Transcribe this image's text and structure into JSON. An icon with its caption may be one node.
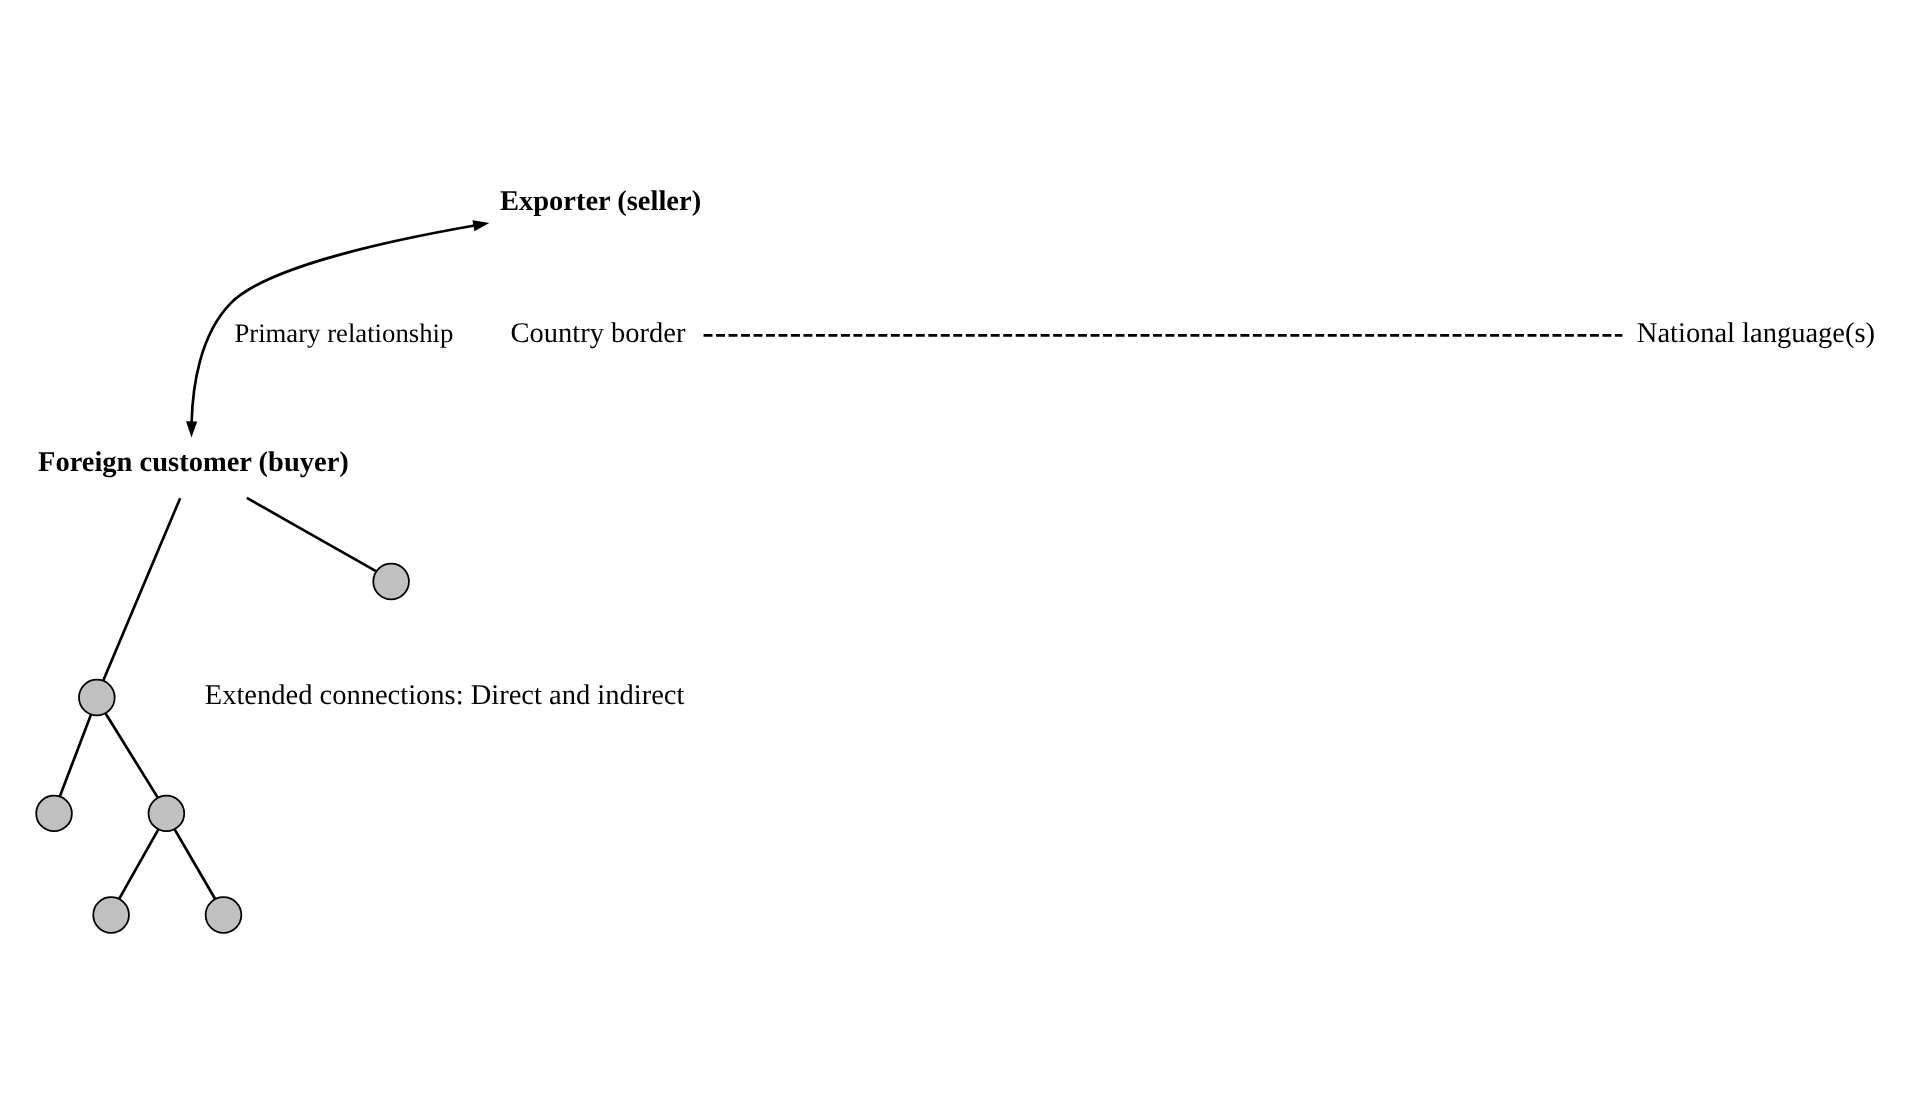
{
  "diagram": {
    "nodes": [
      {
        "text": [
          "Exporter (seller)"
        ]
      },
      {
        "text": [
          "Foreign customer (buyer)"
        ]
      },
      {
        "text": [],
        "shape": "circle"
      },
      {
        "text": [],
        "shape": "circle"
      },
      {
        "text": [],
        "shape": "circle"
      },
      {
        "text": [],
        "shape": "circle"
      },
      {
        "text": [],
        "shape": "circle"
      },
      {
        "text": [],
        "shape": "circle"
      },
      {
        "text": [
          "Country border"
        ]
      },
      {
        "text": [
          "National language(s)"
        ]
      }
    ],
    "edges": [
      {
        "from": 0,
        "to": 1,
        "arrow": "both",
        "label": "Primary relationship"
      },
      {
        "from": 1,
        "to": 2,
        "arrow": "none"
      },
      {
        "from": 1,
        "to": 3,
        "arrow": "none"
      },
      {
        "from": 2,
        "to": 4,
        "arrow": "none"
      },
      {
        "from": 2,
        "to": 5,
        "arrow": "none"
      },
      {
        "from": 5,
        "to": 6,
        "arrow": "none"
      },
      {
        "from": 5,
        "to": 7,
        "arrow": "none"
      },
      {
        "from": 8,
        "to": 9,
        "arrow": "none",
        "style": "dashed"
      }
    ],
    "labels": [
      "Extended connections: Direct and indirect"
    ]
  }
}
